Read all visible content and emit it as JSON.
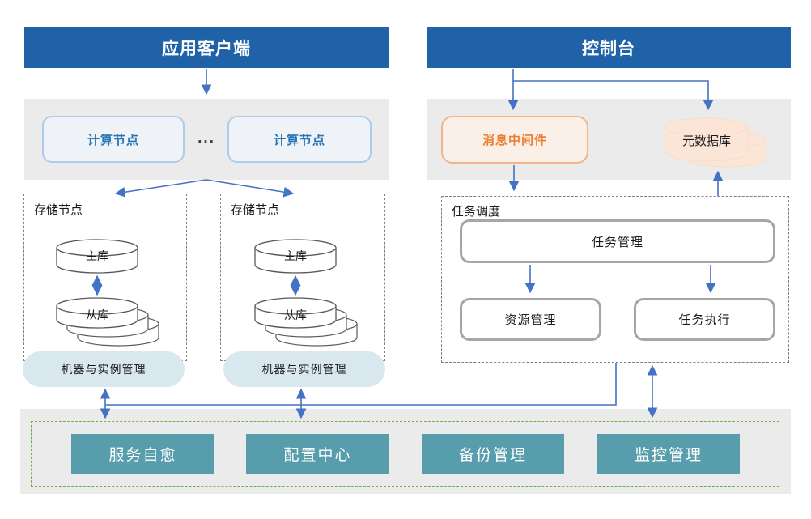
{
  "colors": {
    "header_blue": "#2062A8",
    "arrow_blue": "#4472C4",
    "compute_node_border": "#ADCCEA",
    "compute_node_text": "#2674B5",
    "panel_gray": "#EBEBEB",
    "middleware_border": "#F2B58A",
    "middleware_text": "#ED7D31",
    "metadata_db_fill": "#FBE5D6",
    "dashed_border_gray": "#7F7F7F",
    "node_border_gray": "#A6A6A6",
    "pill_fill": "#D9E8EF",
    "platform_teal": "#579DAB",
    "platform_green_dash": "#70AD47"
  },
  "app_client": {
    "title": "应用客户端"
  },
  "console": {
    "title": "控制台"
  },
  "compute_panel": {
    "node_left": "计算节点",
    "ellipsis": "...",
    "node_right": "计算节点"
  },
  "console_panel": {
    "middleware": "消息中间件",
    "metadata_db": "元数据库"
  },
  "storage_left": {
    "title": "存储节点",
    "primary_db": "主库",
    "replica_db": "从库",
    "manager": "机器与实例管理"
  },
  "storage_right": {
    "title": "存储节点",
    "primary_db": "主库",
    "replica_db": "从库",
    "manager": "机器与实例管理"
  },
  "scheduler": {
    "title": "任务调度",
    "task_management": "任务管理",
    "resource_management": "资源管理",
    "task_execution": "任务执行"
  },
  "platform": {
    "buttons": [
      "服务自愈",
      "配置中心",
      "备份管理",
      "监控管理"
    ]
  }
}
